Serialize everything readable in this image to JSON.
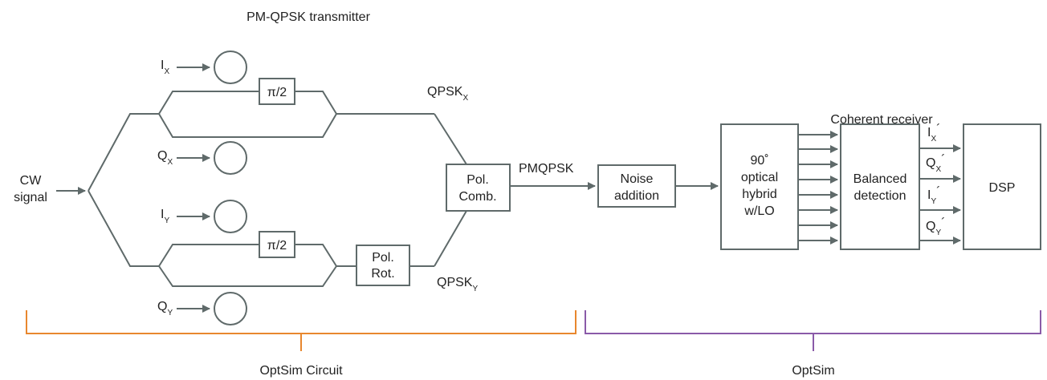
{
  "title": "PM-QPSK transmitter",
  "receiver_title": "Coherent receiver",
  "inputs": {
    "cw_line1": "CW",
    "cw_line2": "signal",
    "i_letter": "I",
    "q_letter": "Q",
    "sub_x": "X",
    "sub_y": "Y"
  },
  "blocks": {
    "phase_shift_top": "π/2",
    "phase_shift_bottom": "π/2",
    "pol_rot_line1": "Pol.",
    "pol_rot_line2": "Rot.",
    "pol_comb_line1": "Pol.",
    "pol_comb_line2": "Comb.",
    "noise_line1": "Noise",
    "noise_line2": "addition",
    "hybrid_line1": "90˚",
    "hybrid_line2": "optical",
    "hybrid_line3": "hybrid",
    "hybrid_line4": "w/LO",
    "balanced_line1": "Balanced",
    "balanced_line2": "detection",
    "dsp": "DSP"
  },
  "signals": {
    "qpsk": "QPSK",
    "qpsk_x_sub": "X",
    "qpsk_y_sub": "Y",
    "pmqpsk": "PMQPSK",
    "out_i": "I",
    "out_q": "Q",
    "out_sub_x": "X",
    "out_sub_y": "Y",
    "prime": "´"
  },
  "scope": {
    "left_label": "OptSim Circuit",
    "right_label": "OptSim",
    "left_color": "#e8872e",
    "right_color": "#8a5aa8"
  },
  "line_color": "#5f6a6a"
}
